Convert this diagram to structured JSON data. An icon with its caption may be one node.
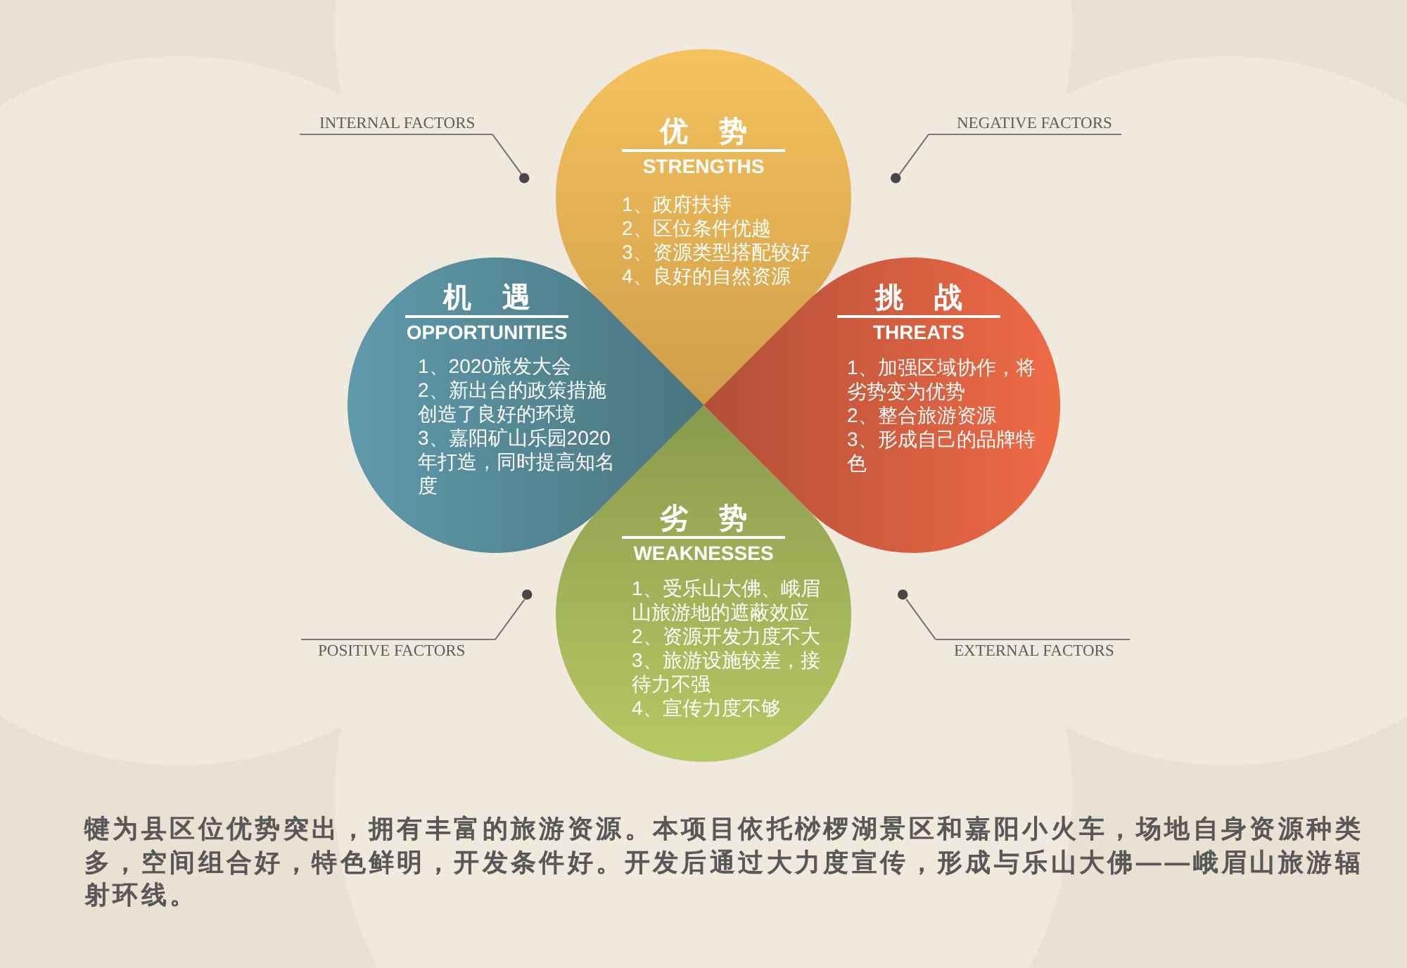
{
  "diagram": {
    "nodes": [
      {
        "text": [
          "优 势",
          "STRENGTHS",
          "1、政府扶持",
          "2、区位条件优越",
          "3、资源类型搭配较好",
          "4、良好的自然资源"
        ]
      },
      {
        "text": [
          "机 遇",
          "OPPORTUNITIES",
          "1、2020旅发大会",
          "2、新出台的政策措施创造了良好的环境",
          "3、嘉阳矿山乐园2020年打造，同时提高知名度"
        ]
      },
      {
        "text": [
          "挑 战",
          "THREATS",
          "1、加强区域协作，将劣势变为优势",
          "2、整合旅游资源",
          "3、形成自己的品牌特色"
        ]
      },
      {
        "text": [
          "劣 势",
          "WEAKNESSES",
          "1、受乐山大佛、峨眉山旅游地的遮蔽效应",
          "2、资源开发力度不大",
          "3、旅游设施较差，接待力不强",
          "4、宣传力度不够"
        ]
      },
      {
        "text": [
          "INTERNAL FACTORS"
        ]
      },
      {
        "text": [
          "NEGATIVE FACTORS"
        ]
      },
      {
        "text": [
          "POSITIVE FACTORS"
        ]
      },
      {
        "text": [
          "EXTERNAL FACTORS"
        ]
      },
      {
        "text": [],
        "shape": "circle"
      },
      {
        "text": [],
        "shape": "circle"
      },
      {
        "text": [],
        "shape": "circle"
      },
      {
        "text": [],
        "shape": "circle"
      }
    ],
    "edges": [
      {
        "from": 4,
        "to": 8,
        "arrow": "none"
      },
      {
        "from": 5,
        "to": 9,
        "arrow": "none"
      },
      {
        "from": 6,
        "to": 10,
        "arrow": "none"
      },
      {
        "from": 7,
        "to": 11,
        "arrow": "none"
      }
    ],
    "caption": "犍为县区位优势突出，拥有丰富的旅游资源。本项目依托桫椤湖景区和嘉阳小火车，场地自身资源种类多，空间组合好，特色鲜明，开发条件好。开发后通过大力度宣传，形成与乐山大佛——峨眉山旅游辐射环线。"
  }
}
